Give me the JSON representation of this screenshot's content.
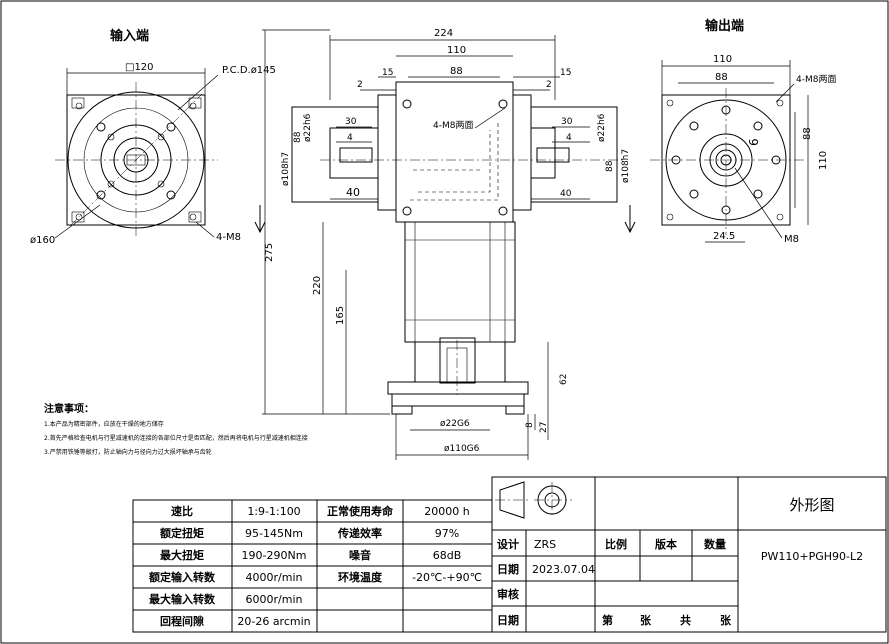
{
  "input_view": {
    "title": "输入端",
    "square": "□120",
    "pcd": "P.C.D.ø145",
    "od": "ø160",
    "holes": "4-M8"
  },
  "front_view": {
    "width_total": "224",
    "width_mid": "110",
    "width_inner": "88",
    "dim_15_left": "15",
    "dim_15_right": "15",
    "dim_2_left": "2",
    "dim_2_right": "2",
    "hole_note": "4-M8两面",
    "shaft_left": "ø22h6",
    "key_len_left": "30",
    "key_w_left": "4",
    "shaft_len_left": "40",
    "shaft_right": "ø22h6",
    "key_len_right": "30",
    "key_w_right": "4",
    "shaft_len_right": "40",
    "pilot_left": "ø108h7",
    "h88_left": "88",
    "pilot_right": "ø108h7",
    "h88_right": "88",
    "height_total": "275",
    "height_220": "220",
    "height_165": "165",
    "dim_62": "62",
    "dim_27": "27",
    "dim_8": "8",
    "bottom_shaft": "ø22G6",
    "bottom_flange": "ø110G6"
  },
  "output_view": {
    "title": "输出端",
    "w110": "110",
    "w88": "88",
    "holes": "4-M8两面",
    "h110": "110",
    "h88": "88",
    "key": "6",
    "dim_245": "24.5",
    "tap": "M8"
  },
  "notes": {
    "title": "注意事项：",
    "n1": "1.本产品为精密部件，应放在干燥的地方储存",
    "n2": "2.首先严格检查电机与行星减速机的连接的各部位尺寸是否匹配，然后再将电机与行星减速机相连接",
    "n3": "3.严禁用铁锤等敲打，防止轴向力与径向力过大损坏轴承与齿轮"
  },
  "spec_table": {
    "rows": [
      [
        "速比",
        "1:9-1:100",
        "正常使用寿命",
        "20000 h"
      ],
      [
        "额定扭矩",
        "95-145Nm",
        "传递效率",
        "97%"
      ],
      [
        "最大扭矩",
        "190-290Nm",
        "噪音",
        "68dB"
      ],
      [
        "额定输入转数",
        "4000r/min",
        "环境温度",
        "-20℃-+90℃"
      ],
      [
        "最大输入转数",
        "6000r/min",
        "",
        ""
      ],
      [
        "回程间隙",
        "20-26 arcmin",
        "",
        ""
      ]
    ]
  },
  "title_block": {
    "drawing_title": "外形图",
    "model": "PW110+PGH90-L2",
    "design_label": "设计",
    "designer": "ZRS",
    "scale_label": "比例",
    "version_label": "版本",
    "qty_label": "数量",
    "date_label": "日期",
    "date": "2023.07.04",
    "review_label": "审核",
    "date_label2": "日期",
    "sheet_label1": "第",
    "sheet_label2": "张",
    "sheet_label3": "共",
    "sheet_label4": "张"
  }
}
